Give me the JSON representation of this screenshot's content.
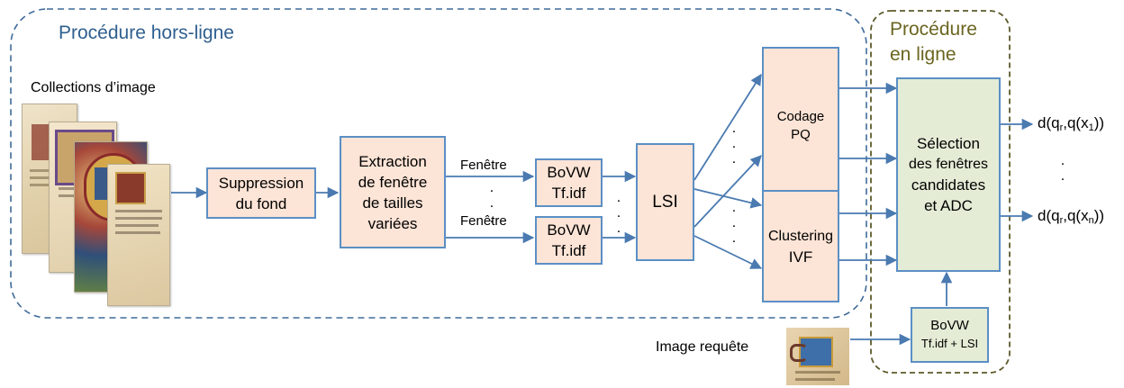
{
  "offline": {
    "title": "Procédure hors-ligne"
  },
  "online": {
    "title_line1": "Procédure",
    "title_line2": "en ligne"
  },
  "collections_label": "Collections d’image",
  "query_label": "Image requête",
  "boxes": {
    "suppression": [
      "Suppression",
      "du fond"
    ],
    "extraction": [
      "Extraction",
      "de fenêtre",
      "de tailles",
      "variées"
    ],
    "bovw1": [
      "BoVW",
      "Tf.idf"
    ],
    "bovw2": [
      "BoVW",
      "Tf.idf"
    ],
    "lsi": [
      "LSI"
    ],
    "codage": [
      "Codage",
      "PQ"
    ],
    "clustering": [
      "Clustering",
      "IVF"
    ],
    "selection": [
      "Sélection",
      "des fenêtres",
      "candidates",
      "et ADC"
    ],
    "query_bovw": [
      "BoVW",
      "Tf.idf + LSI"
    ]
  },
  "window_labels": [
    "Fenêtre",
    "Fenêtre"
  ],
  "outputs": {
    "first": {
      "prefix": "d(q",
      "sub1": "r",
      "mid": ",q(x",
      "sub2": "1",
      "suffix": "))"
    },
    "last": {
      "prefix": "d(q",
      "sub1": "r",
      "mid": ",q(x",
      "sub2": "n",
      "suffix": "))"
    }
  },
  "colors": {
    "offline_border": "#3f6a9a",
    "online_border": "#5c5a2a",
    "offline_title": "#2f5f8f",
    "online_title": "#6b6520",
    "arrow": "#4a7ab0",
    "box_pink": "#fce4d6",
    "box_green": "#e4ecd6"
  }
}
